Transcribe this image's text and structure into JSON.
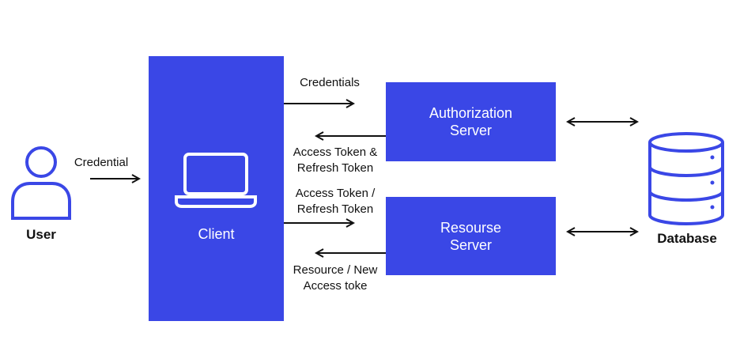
{
  "nodes": {
    "user": "User",
    "client": "Client",
    "auth_server": "Authorization\nServer",
    "resource_server": "Resourse\nServer",
    "database": "Database"
  },
  "flows": {
    "user_to_client": "Credential",
    "client_to_auth": "Credentials",
    "auth_to_client": "Access Token &\nRefresh Token",
    "client_to_resource": "Access Token /\nRefresh Token",
    "resource_to_client": "Resource / New\nAccess toke"
  },
  "colors": {
    "box": "#3a47e6",
    "icon": "#3a47e6",
    "arrow": "#111111"
  },
  "icons": {
    "user": "user-icon",
    "laptop": "laptop-icon",
    "database": "database-icon"
  }
}
